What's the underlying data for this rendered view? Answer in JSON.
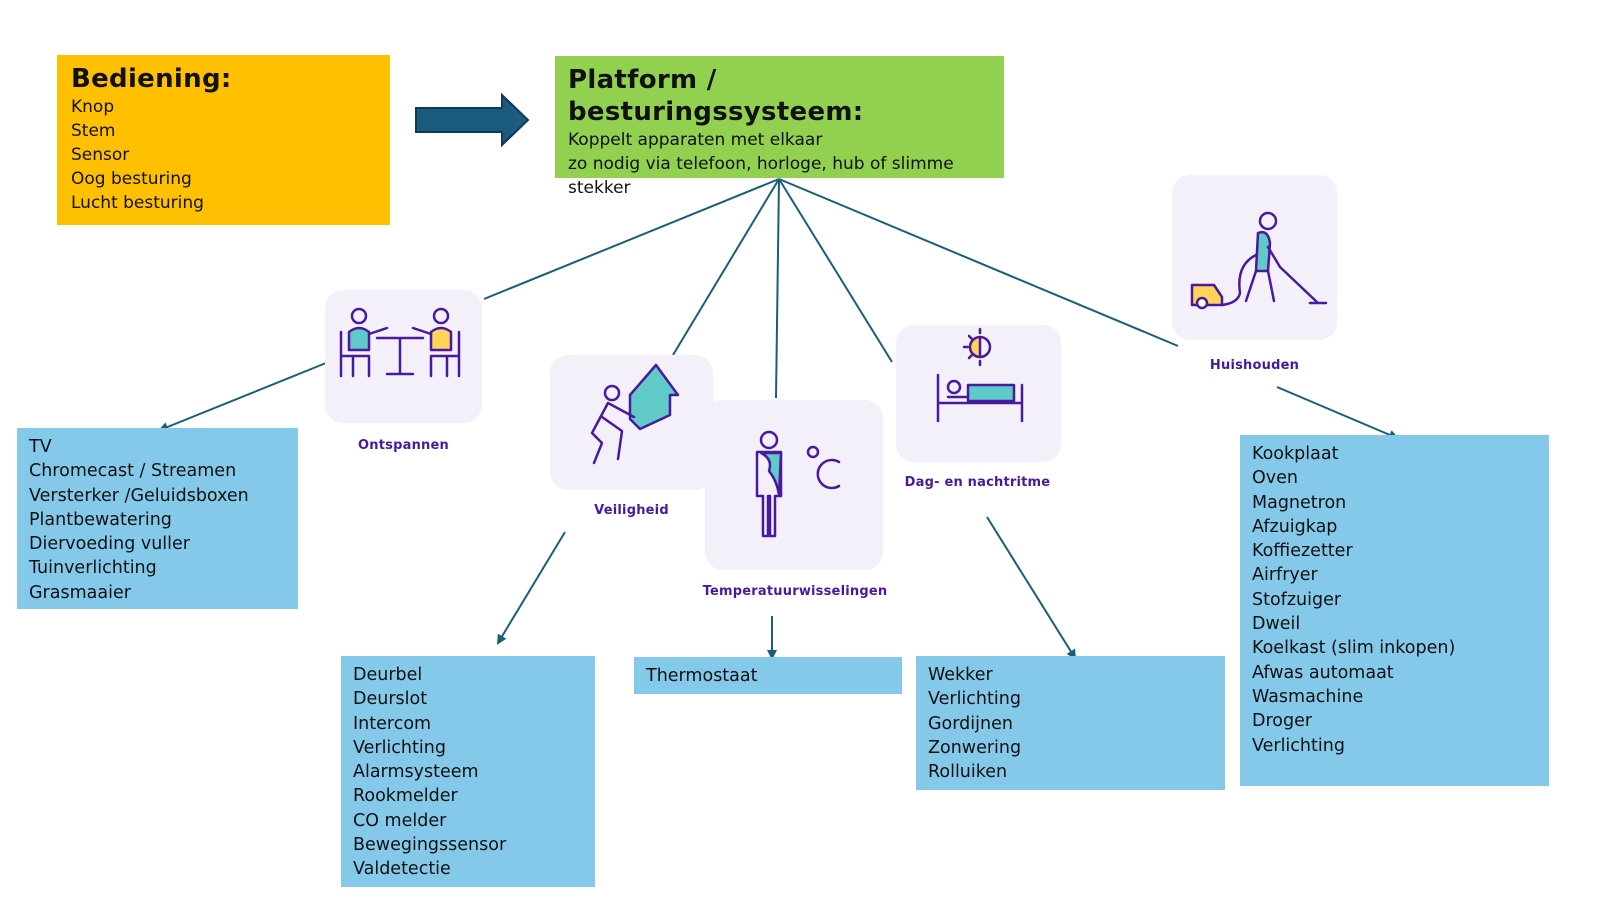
{
  "input_box": {
    "title": "Bediening:",
    "items": [
      "Knop",
      "Stem",
      "Sensor",
      "Oog besturing",
      "Lucht besturing"
    ],
    "color": "#fec000"
  },
  "platform_box": {
    "title": "Platform / besturingssysteem:",
    "lines": [
      "Koppelt apparaten met elkaar",
      "zo nodig via telefoon, horloge, hub of slimme",
      "stekker"
    ],
    "color": "#92d050"
  },
  "connector_color": "#1a5e7a",
  "category_label_color": "#4a1a9e",
  "categories": [
    {
      "label": "Ontspannen",
      "icon": "people-at-table-icon",
      "devices": [
        "TV",
        "Chromecast / Streamen",
        "Versterker /Geluidsboxen",
        "Plantbewatering",
        "Diervoeding vuller",
        "Tuinverlichting",
        "Grasmaaier"
      ]
    },
    {
      "label": "Veiligheid",
      "icon": "person-lifting-house-icon",
      "devices": [
        "Deurbel",
        "Deurslot",
        "Intercom",
        "Verlichting",
        "Alarmsysteem",
        "Rookmelder",
        "CO melder",
        "Bewegingssensor",
        "Valdetectie"
      ]
    },
    {
      "label": "Temperatuurwisselingen",
      "icon": "person-temperature-icon",
      "devices": [
        "Thermostaat"
      ]
    },
    {
      "label": "Dag- en nachtritme",
      "icon": "bed-sun-moon-icon",
      "devices": [
        "Wekker",
        "Verlichting",
        "Gordijnen",
        "Zonwering",
        "Rolluiken"
      ]
    },
    {
      "label": "Huishouden",
      "icon": "person-vacuuming-icon",
      "devices": [
        "Kookplaat",
        "Oven",
        "Magnetron",
        "Afzuigkap",
        "Koffiezetter",
        "Airfryer",
        "Stofzuiger",
        "Dweil",
        "Koelkast (slim inkopen)",
        "Afwas automaat",
        "Wasmachine",
        "Droger",
        "Verlichting"
      ]
    }
  ]
}
